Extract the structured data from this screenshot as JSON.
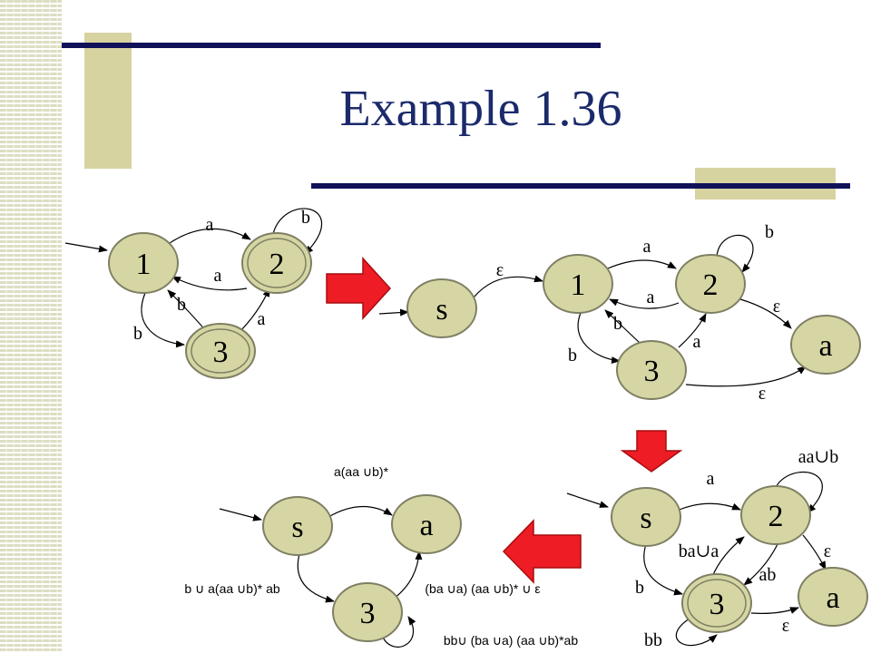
{
  "slide": {
    "title": "Example 1.36"
  },
  "colors": {
    "node_fill": "#d6d6a4",
    "node_stroke": "#7f7f64",
    "arrow_red": "#ee1c24",
    "title_blue": "#1b2a6b",
    "bar_navy": "#11115a",
    "olive": "#d7d3a1"
  },
  "diagram1": {
    "nodes": {
      "n1": "1",
      "n2": "2",
      "n3": "3"
    },
    "edges": {
      "e_1_2": "a",
      "e_2_2": "b",
      "e_2_1": "a",
      "e_3_1": "b",
      "e_3_2": "a",
      "e_1_3": "b"
    }
  },
  "diagram2": {
    "nodes": {
      "s": "s",
      "n1": "1",
      "n2": "2",
      "n3": "3",
      "acc": "a"
    },
    "edges": {
      "e_s_1": "ε",
      "e_1_2": "a",
      "e_2_2": "b",
      "e_2_1": "a",
      "e_3_1": "b",
      "e_3_2": "a",
      "e_1_3": "b",
      "e_2_acc": "ε",
      "e_3_acc": "ε"
    }
  },
  "diagram3": {
    "nodes": {
      "s": "s",
      "n2": "2",
      "n3": "3",
      "acc": "a"
    },
    "edges": {
      "e_2_2": "aa∪b",
      "e_s_2": "a",
      "e_3_2": "ba∪a",
      "e_2_3": "ab",
      "e_2_acc": "ε",
      "e_s_3": "b",
      "e_3_3": "bb",
      "e_3_acc": "ε"
    }
  },
  "diagram4": {
    "nodes": {
      "s": "s",
      "acc": "a",
      "n3": "3"
    },
    "edges": {
      "e_s_acc": "a(aa ∪b)*",
      "e_s_3": "b ∪ a(aa ∪b)* ab",
      "e_3_acc": "(ba ∪a) (aa ∪b)* ∪ ε",
      "e_3_3": "bb∪ (ba ∪a) (aa ∪b)*ab"
    }
  }
}
